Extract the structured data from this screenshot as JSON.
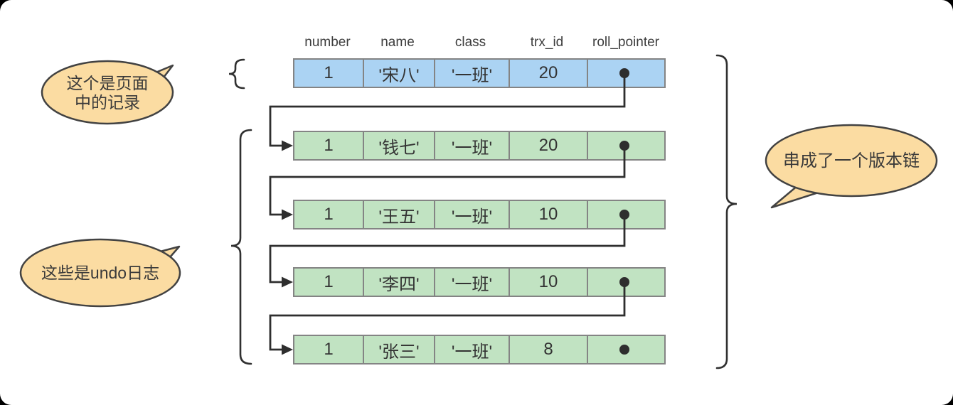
{
  "table": {
    "columns": [
      "number",
      "name",
      "class",
      "trx_id",
      "roll_pointer"
    ],
    "page_record": {
      "values": [
        "1",
        "'宋八'",
        "'一班'",
        "20"
      ],
      "fill": "#abd3f3"
    },
    "undo_logs": [
      {
        "values": [
          "1",
          "'钱七'",
          "'一班'",
          "20"
        ]
      },
      {
        "values": [
          "1",
          "'王五'",
          "'一班'",
          "10"
        ]
      },
      {
        "values": [
          "1",
          "'李四'",
          "'一班'",
          "10"
        ]
      },
      {
        "values": [
          "1",
          "'张三'",
          "'一班'",
          "8"
        ]
      }
    ],
    "undo_fill": "#c1e3c2",
    "border_color": "#848484"
  },
  "callouts": {
    "page_record": {
      "line1": "这个是页面",
      "line2": "中的记录"
    },
    "undo": {
      "text": "这些是undo日志"
    },
    "chain": {
      "text": "串成了一个版本链"
    },
    "fill": "#fbdca2",
    "stroke": "#424242"
  },
  "connectors": {
    "color": "#2e2e2e",
    "description": "roll_pointer of each version points to the next older version, forming a chain"
  }
}
